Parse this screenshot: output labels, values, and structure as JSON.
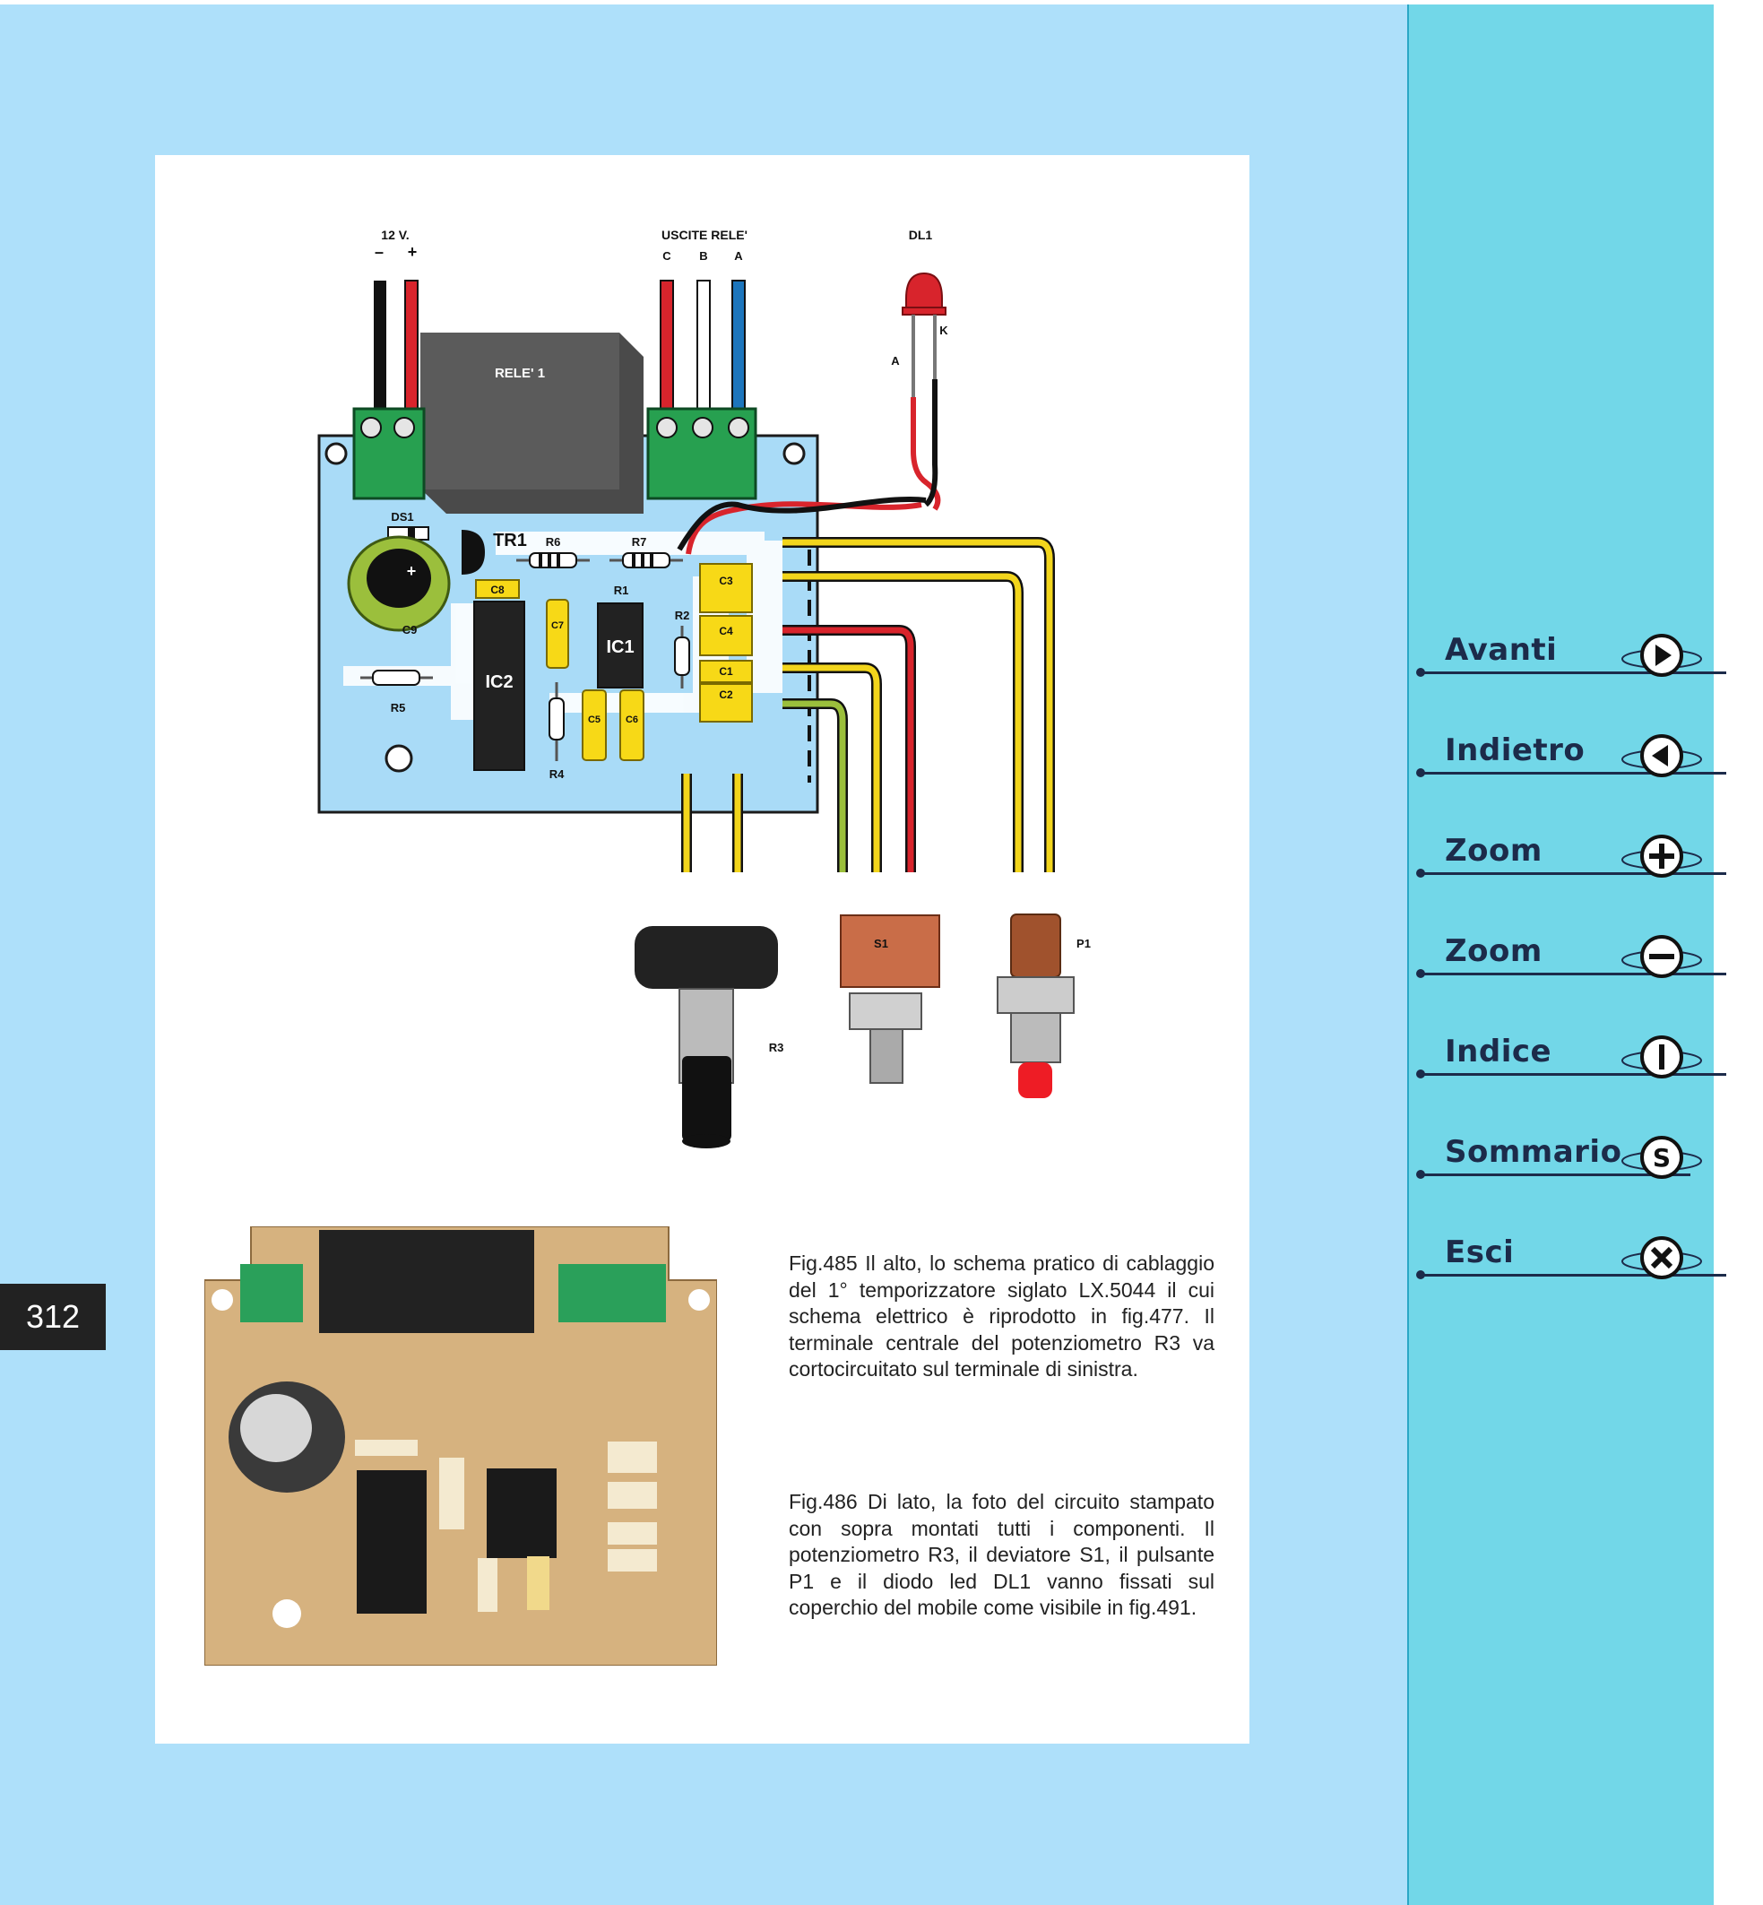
{
  "page": {
    "number": "312"
  },
  "diagram": {
    "supply_label": "12 V.",
    "minus_sign": "–",
    "plus_sign": "+",
    "relay_outputs_label": "USCITE RELE'",
    "output_c": "C",
    "output_b": "B",
    "output_a": "A",
    "led_label": "DL1",
    "led_anode": "A",
    "led_cathode": "K",
    "relay_label": "RELE' 1",
    "ds1": "DS1",
    "tr1": "TR1",
    "r6": "R6",
    "r7": "R7",
    "r1": "R1",
    "r2": "R2",
    "r4": "R4",
    "r5": "R5",
    "c3": "C3",
    "c4": "C4",
    "c1": "C1",
    "c2": "C2",
    "c5": "C5",
    "c6": "C6",
    "c7": "C7",
    "c8": "C8",
    "c9": "C9",
    "c9_plus": "+",
    "ic1": "IC1",
    "ic2": "IC2",
    "s1": "S1",
    "p1": "P1",
    "r3": "R3"
  },
  "captions": {
    "fig485": "Fig.485 Il alto, lo schema pratico di cablaggio del 1° temporizzatore siglato LX.5044 il cui schema elettrico è riprodotto in fig.477. Il terminale centrale del potenziometro R3 va cortocircuitato sul terminale di sinistra.",
    "fig486": "Fig.486 Di lato, la foto del circuito stampato con sopra montati tutti i componenti. Il potenziometro R3, il deviatore S1, il pulsante P1 e il diodo led DL1 vanno fissati sul coperchio del mobile come visibile in fig.491."
  },
  "nav": {
    "items": [
      {
        "label": "Avanti",
        "icon": "arrow-right-icon"
      },
      {
        "label": "Indietro",
        "icon": "arrow-left-icon"
      },
      {
        "label": "Zoom",
        "icon": "zoom-in-icon"
      },
      {
        "label": "Zoom",
        "icon": "zoom-out-icon"
      },
      {
        "label": "Indice",
        "icon": "index-icon"
      },
      {
        "label": "Sommario",
        "icon": "summary-icon"
      },
      {
        "label": "Esci",
        "icon": "exit-icon"
      }
    ]
  },
  "colors": {
    "background": "#aee0fa",
    "sidebar": "#72d7e8",
    "pcb": "#a9dbf7",
    "terminal_block": "#27a050",
    "relay": "#555555",
    "capacitor": "#f7d917",
    "wire_red": "#d8242c",
    "wire_yellow": "#f2d51c",
    "wire_green": "#9bbf3c",
    "wire_blue": "#1c75bc"
  }
}
